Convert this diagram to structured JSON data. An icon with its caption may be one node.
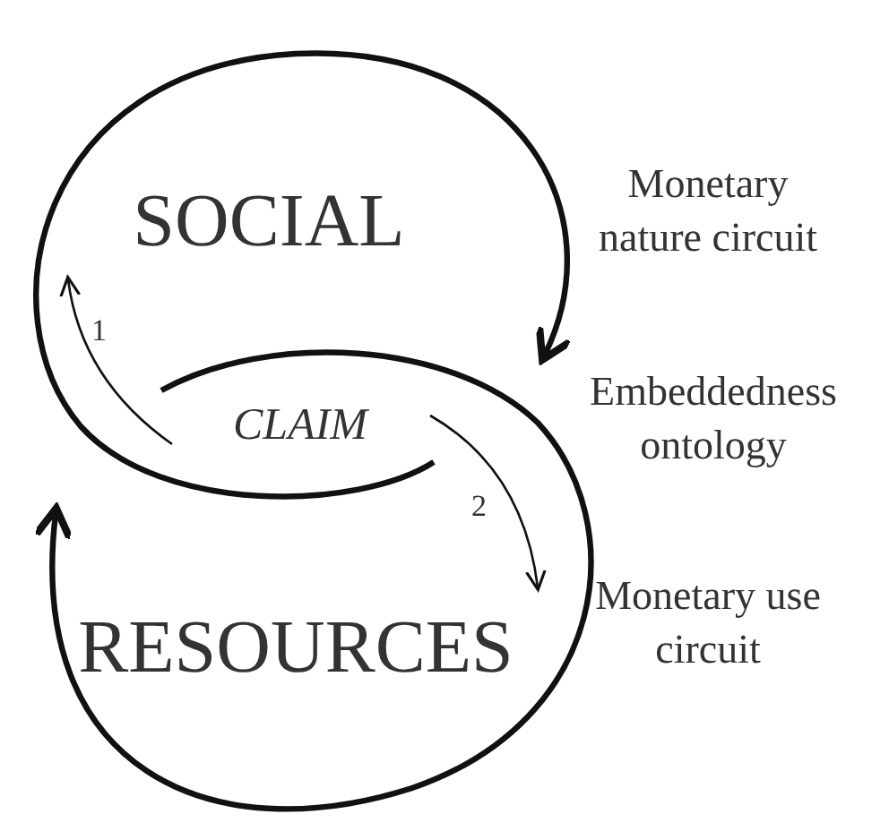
{
  "diagram": {
    "nodes": [
      {
        "text": [
          "SOCIAL"
        ]
      },
      {
        "text": [
          "CLAIM"
        ]
      },
      {
        "text": [
          "RESOURCES"
        ]
      }
    ],
    "edges": [
      {
        "from": 1,
        "to": 0,
        "arrow": "to",
        "label": "1"
      },
      {
        "from": 1,
        "to": 2,
        "arrow": "to",
        "label": "2"
      }
    ],
    "labels": [
      "Monetary nature circuit",
      "Embeddedness ontology",
      "Monetary use circuit"
    ]
  }
}
